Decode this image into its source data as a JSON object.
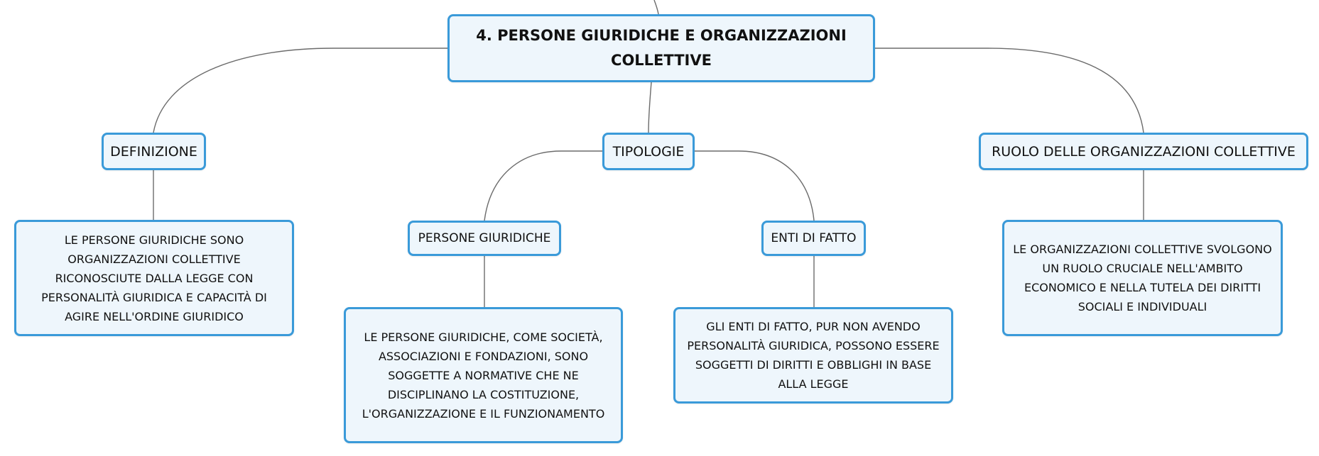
{
  "root": {
    "title": "4. PERSONE GIURIDICHE E ORGANIZZAZIONI COLLETTIVE"
  },
  "branches": {
    "definizione": {
      "label": "DEFINIZIONE",
      "detail": "LE PERSONE GIURIDICHE SONO ORGANIZZAZIONI COLLETTIVE RICONOSCIUTE DALLA LEGGE CON PERSONALITÀ GIURIDICA E CAPACITÀ DI AGIRE NELL'ORDINE GIURIDICO"
    },
    "tipologie": {
      "label": "TIPOLOGIE",
      "persone_giuridiche": {
        "label": "PERSONE GIURIDICHE",
        "detail": "LE PERSONE GIURIDICHE, COME SOCIETÀ, ASSOCIAZIONI E FONDAZIONI, SONO SOGGETTE A NORMATIVE CHE NE DISCIPLINANO LA COSTITUZIONE, L'ORGANIZZAZIONE E IL FUNZIONAMENTO"
      },
      "enti_di_fatto": {
        "label": "ENTI DI FATTO",
        "detail": "GLI ENTI DI FATTO, PUR NON AVENDO PERSONALITÀ GIURIDICA, POSSONO ESSERE SOGGETTI DI DIRITTI E OBBLIGHI IN BASE ALLA LEGGE"
      }
    },
    "ruolo": {
      "label": "RUOLO DELLE ORGANIZZAZIONI COLLETTIVE",
      "detail": "LE ORGANIZZAZIONI COLLETTIVE SVOLGONO UN RUOLO CRUCIALE NELL'AMBITO ECONOMICO E NELLA TUTELA DEI DIRITTI SOCIALI E INDIVIDUALI"
    }
  },
  "colors": {
    "node_border": "#3a9ad9",
    "node_fill": "#eef6fc",
    "connector": "#6b6b6b",
    "text": "#111111"
  }
}
